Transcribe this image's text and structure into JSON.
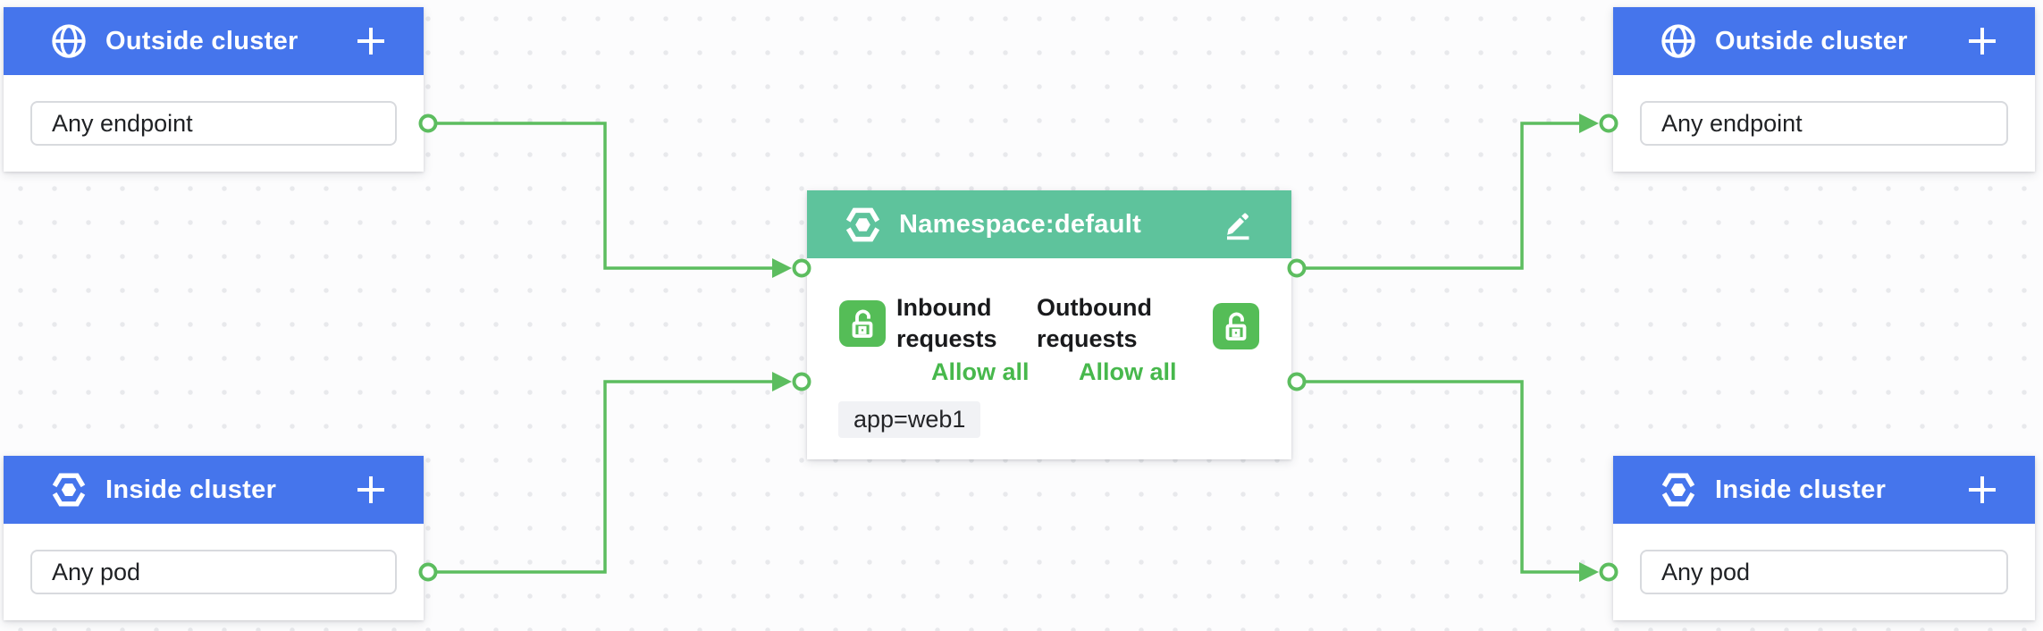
{
  "app": {
    "name": "network-policy-editor-canvas"
  },
  "colors": {
    "header_blue": "#4575ec",
    "header_teal": "#5ec39c",
    "edge_green": "#5cbd5f",
    "lock_green": "#55bd57",
    "allow_green": "#47b84c",
    "chip_bg": "#f1f2f5",
    "canvas_bg": "#fcfcfd",
    "dot_grid": "#e8e9ec"
  },
  "nodes": {
    "outside_cluster_left": {
      "title": "Outside cluster",
      "icon": "globe-icon",
      "action": "add-endpoint",
      "endpoint": "Any endpoint"
    },
    "inside_cluster_left": {
      "title": "Inside cluster",
      "icon": "hexagon-cluster-icon",
      "action": "add-endpoint",
      "endpoint": "Any pod"
    },
    "outside_cluster_right": {
      "title": "Outside cluster",
      "icon": "globe-icon",
      "action": "add-endpoint",
      "endpoint": "Any endpoint"
    },
    "inside_cluster_right": {
      "title": "Inside cluster",
      "icon": "hexagon-cluster-icon",
      "action": "add-endpoint",
      "endpoint": "Any pod"
    },
    "namespace": {
      "title": "Namespace:default",
      "icon": "hexagon-cluster-icon",
      "action": "edit-policy",
      "inbound_label": "Inbound requests",
      "inbound_policy": "Allow all",
      "outbound_label": "Outbound requests",
      "outbound_policy": "Allow all",
      "inbound_lock_state": "unlocked",
      "outbound_lock_state": "unlocked",
      "pod_selector": "app=web1"
    }
  },
  "edges": [
    {
      "from": "outside-cluster-left",
      "to": "namespace"
    },
    {
      "from": "inside-cluster-left",
      "to": "namespace"
    },
    {
      "from": "namespace",
      "to": "outside-cluster-right"
    },
    {
      "from": "namespace",
      "to": "inside-cluster-right"
    }
  ]
}
